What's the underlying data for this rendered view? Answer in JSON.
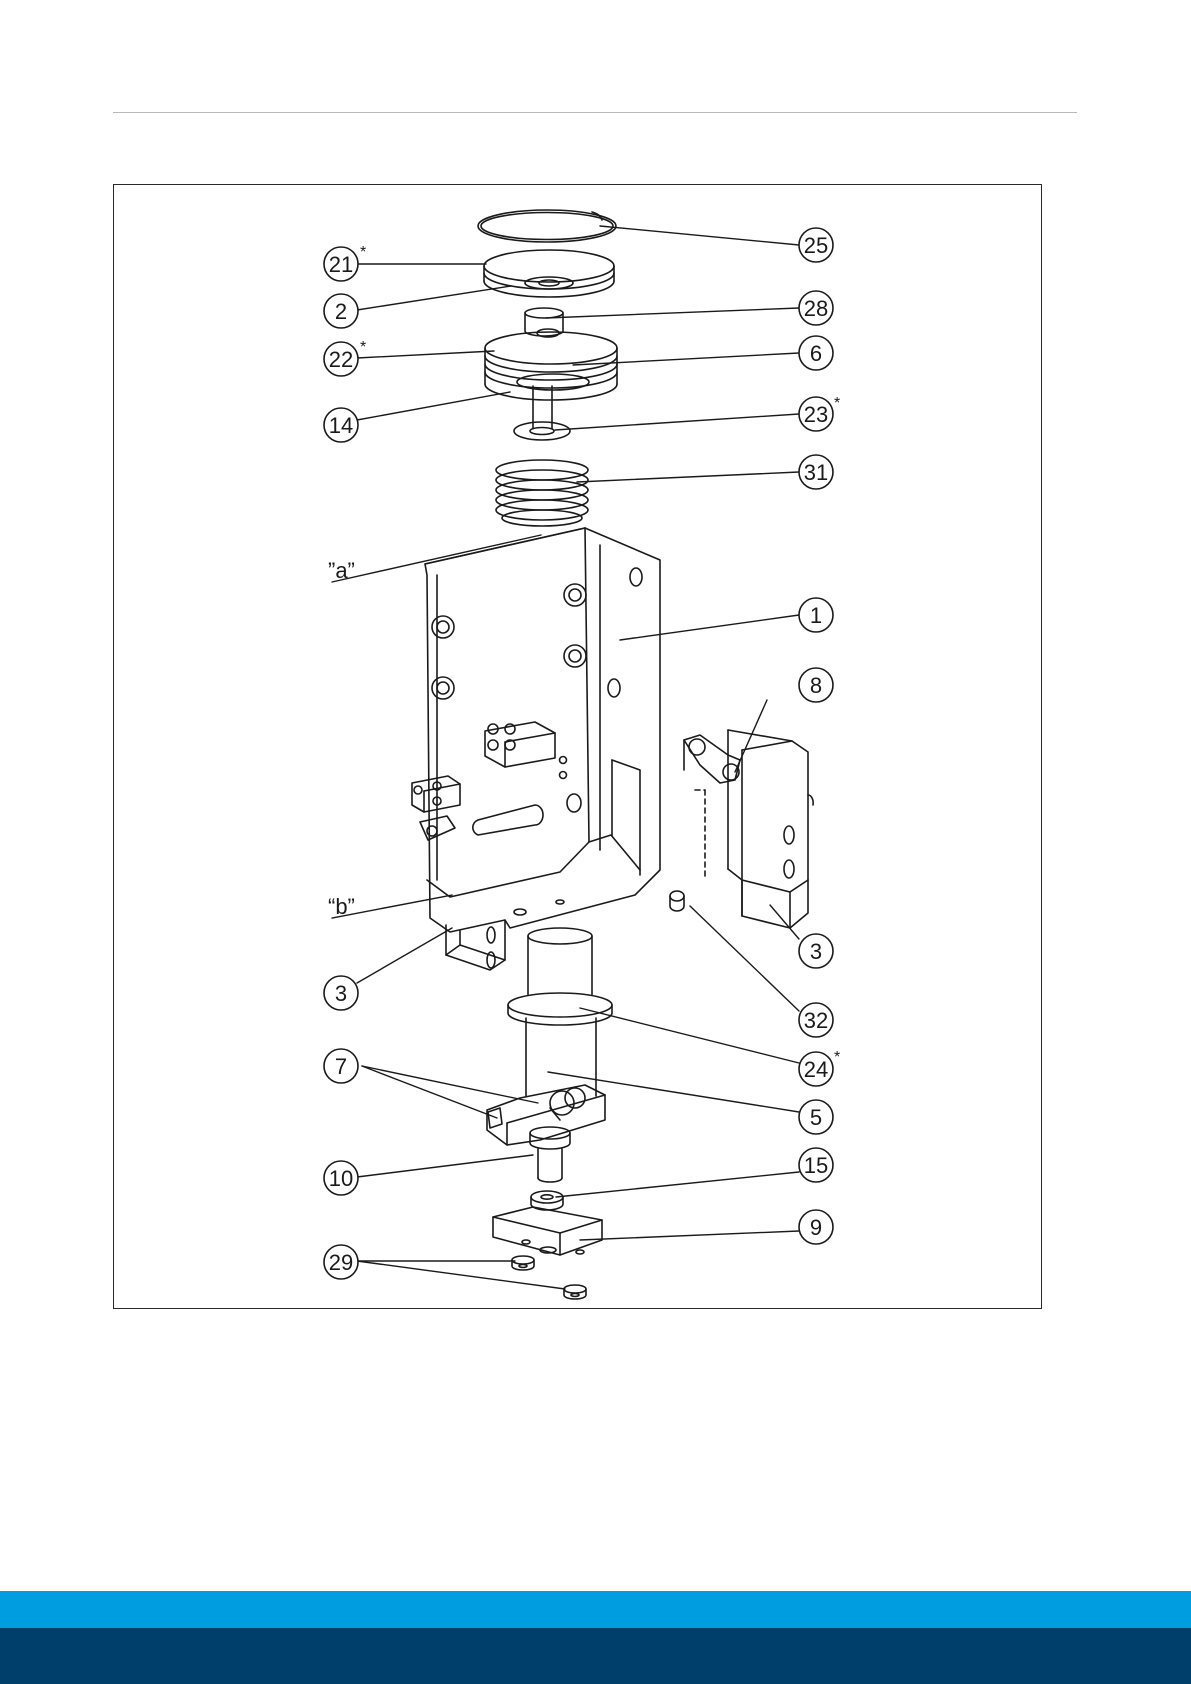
{
  "colors": {
    "footer_light": "#009ee0",
    "footer_dark": "#003e6b",
    "line": "#1a1a1a"
  },
  "diagram": {
    "labels": {
      "a": "”a”",
      "b": "“b”"
    },
    "callouts": [
      {
        "id": "c25",
        "number": "25",
        "starred": false
      },
      {
        "id": "c21",
        "number": "21",
        "starred": true
      },
      {
        "id": "c2",
        "number": "2",
        "starred": false
      },
      {
        "id": "c28",
        "number": "28",
        "starred": false
      },
      {
        "id": "c22",
        "number": "22",
        "starred": true
      },
      {
        "id": "c6",
        "number": "6",
        "starred": false
      },
      {
        "id": "c14",
        "number": "14",
        "starred": false
      },
      {
        "id": "c23",
        "number": "23",
        "starred": true
      },
      {
        "id": "c31",
        "number": "31",
        "starred": false
      },
      {
        "id": "c1",
        "number": "1",
        "starred": false
      },
      {
        "id": "c8",
        "number": "8",
        "starred": false
      },
      {
        "id": "c3r",
        "number": "3",
        "starred": false
      },
      {
        "id": "c3l",
        "number": "3",
        "starred": false
      },
      {
        "id": "c32",
        "number": "32",
        "starred": false
      },
      {
        "id": "c24",
        "number": "24",
        "starred": true
      },
      {
        "id": "c7",
        "number": "7",
        "starred": false
      },
      {
        "id": "c5",
        "number": "5",
        "starred": false
      },
      {
        "id": "c10",
        "number": "10",
        "starred": false
      },
      {
        "id": "c15",
        "number": "15",
        "starred": false
      },
      {
        "id": "c9",
        "number": "9",
        "starred": false
      },
      {
        "id": "c29",
        "number": "29",
        "starred": false
      }
    ],
    "star_symbol": "*"
  }
}
